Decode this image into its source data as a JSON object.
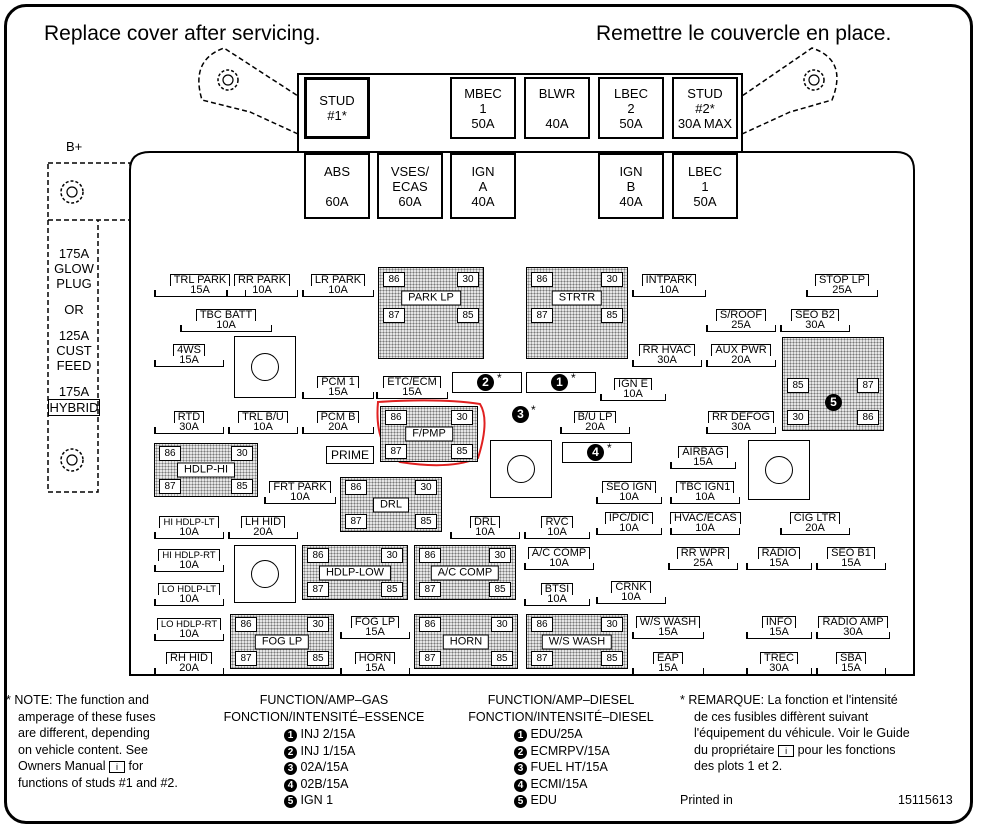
{
  "header": {
    "left": "Replace cover after servicing.",
    "right": "Remettre le couvercle en place."
  },
  "big_fuses": [
    {
      "id": "stud1",
      "l1": "STUD",
      "l2": "#1*",
      "l3": ""
    },
    {
      "id": "mbec1",
      "l1": "MBEC",
      "l2": "1",
      "l3": "50A"
    },
    {
      "id": "blwr",
      "l1": "BLWR",
      "l2": "",
      "l3": "40A"
    },
    {
      "id": "lbec2",
      "l1": "LBEC",
      "l2": "2",
      "l3": "50A"
    },
    {
      "id": "stud2",
      "l1": "STUD",
      "l2": "#2*",
      "l3": "30A MAX"
    },
    {
      "id": "abs",
      "l1": "ABS",
      "l2": "",
      "l3": "60A"
    },
    {
      "id": "vses",
      "l1": "VSES/",
      "l2": "ECAS",
      "l3": "60A"
    },
    {
      "id": "igna",
      "l1": "IGN",
      "l2": "A",
      "l3": "40A"
    },
    {
      "id": "ignb",
      "l1": "IGN",
      "l2": "B",
      "l3": "40A"
    },
    {
      "id": "lbec1",
      "l1": "LBEC",
      "l2": "1",
      "l3": "50A"
    }
  ],
  "left_panel": {
    "bplus": "B+",
    "lines": [
      "175A",
      "GLOW",
      "PLUG",
      "OR",
      "125A",
      "CUST",
      "FEED",
      "175A",
      "HYBRID"
    ]
  },
  "fuses": [
    {
      "n": "TRL PARK",
      "a": "15A"
    },
    {
      "n": "RR PARK",
      "a": "10A"
    },
    {
      "n": "LR PARK",
      "a": "10A"
    },
    {
      "n": "TBC BATT",
      "a": "10A"
    },
    {
      "n": "4WS",
      "a": "15A"
    },
    {
      "n": "PCM 1",
      "a": "15A"
    },
    {
      "n": "ETC/ECM",
      "a": "15A"
    },
    {
      "n": "RTD",
      "a": "30A"
    },
    {
      "n": "TRL B/U",
      "a": "10A"
    },
    {
      "n": "PCM B",
      "a": "20A"
    },
    {
      "n": "PRIME",
      "a": ""
    },
    {
      "n": "INTPARK",
      "a": "10A"
    },
    {
      "n": "STOP LP",
      "a": "25A"
    },
    {
      "n": "S/ROOF",
      "a": "25A"
    },
    {
      "n": "SEO B2",
      "a": "30A"
    },
    {
      "n": "RR HVAC",
      "a": "30A"
    },
    {
      "n": "AUX PWR",
      "a": "20A"
    },
    {
      "n": "IGN E",
      "a": "10A"
    },
    {
      "n": "B/U LP",
      "a": "20A"
    },
    {
      "n": "RR DEFOG",
      "a": "30A"
    },
    {
      "n": "AIRBAG",
      "a": "15A"
    },
    {
      "n": "SEO IGN",
      "a": "10A"
    },
    {
      "n": "TBC IGN1",
      "a": "10A"
    },
    {
      "n": "FRT PARK",
      "a": "10A"
    },
    {
      "n": "HI HDLP-LT",
      "a": "10A"
    },
    {
      "n": "LH HID",
      "a": "20A"
    },
    {
      "n": "DRL",
      "a": "10A"
    },
    {
      "n": "RVC",
      "a": "10A"
    },
    {
      "n": "IPC/DIC",
      "a": "10A"
    },
    {
      "n": "HVAC/ECAS",
      "a": "10A"
    },
    {
      "n": "CIG LTR",
      "a": "20A"
    },
    {
      "n": "HI HDLP-RT",
      "a": "10A"
    },
    {
      "n": "A/C COMP",
      "a": "10A"
    },
    {
      "n": "RR WPR",
      "a": "25A"
    },
    {
      "n": "RADIO",
      "a": "15A"
    },
    {
      "n": "SEO B1",
      "a": "15A"
    },
    {
      "n": "LO HDLP-LT",
      "a": "10A"
    },
    {
      "n": "BTSI",
      "a": "10A"
    },
    {
      "n": "CRNK",
      "a": "10A"
    },
    {
      "n": "LO HDLP-RT",
      "a": "10A"
    },
    {
      "n": "FOG LP",
      "a": "15A"
    },
    {
      "n": "W/S WASH",
      "a": "15A"
    },
    {
      "n": "INFO",
      "a": "15A"
    },
    {
      "n": "RADIO AMP",
      "a": "30A"
    },
    {
      "n": "RH HID",
      "a": "20A"
    },
    {
      "n": "HORN",
      "a": "15A"
    },
    {
      "n": "EAP",
      "a": "15A"
    },
    {
      "n": "TREC",
      "a": "30A"
    },
    {
      "n": "SBA",
      "a": "15A"
    }
  ],
  "relays": [
    {
      "label": "PARK LP"
    },
    {
      "label": "STRTR"
    },
    {
      "label": "F/PMP"
    },
    {
      "label": "HDLP-HI"
    },
    {
      "label": "DRL"
    },
    {
      "label": "HDLP-LOW"
    },
    {
      "label": "A/C COMP"
    },
    {
      "label": "FOG LP"
    },
    {
      "label": "HORN"
    },
    {
      "label": "W/S WASH"
    }
  ],
  "pins": {
    "p86": "86",
    "p30": "30",
    "p87": "87",
    "p85": "85"
  },
  "markers": {
    "m1": "1",
    "m2": "2",
    "m3": "3",
    "m4": "4",
    "m5": "5",
    "star": "*"
  },
  "notes": {
    "left": [
      "* NOTE:  The function and",
      "amperage of these fuses",
      "are different, depending",
      "on vehicle content.  See",
      "Owners Manual",
      "for",
      "functions of studs #1 and #2."
    ],
    "gas_title1": "FUNCTION/AMP–GAS",
    "gas_title2": "FONCTION/INTENSITÉ–ESSENCE",
    "gas": [
      "INJ 2/15A",
      "INJ 1/15A",
      "02A/15A",
      "02B/15A",
      "IGN 1"
    ],
    "diesel_title1": "FUNCTION/AMP–DIESEL",
    "diesel_title2": "FONCTION/INTENSITÉ–DIESEL",
    "diesel": [
      "EDU/25A",
      "ECMRPV/15A",
      "FUEL HT/15A",
      "ECMI/15A",
      "EDU"
    ],
    "right": [
      "* REMARQUE:  La fonction et l'intensité",
      "de ces fusibles diffèrent suivant",
      "l'équipement du véhicule. Voir le Guide",
      "du propriétaire",
      "pour les fonctions",
      "des plots 1 et 2."
    ],
    "printed": "Printed in",
    "part": "15115613"
  },
  "colors": {
    "highlight": "#e02020"
  }
}
